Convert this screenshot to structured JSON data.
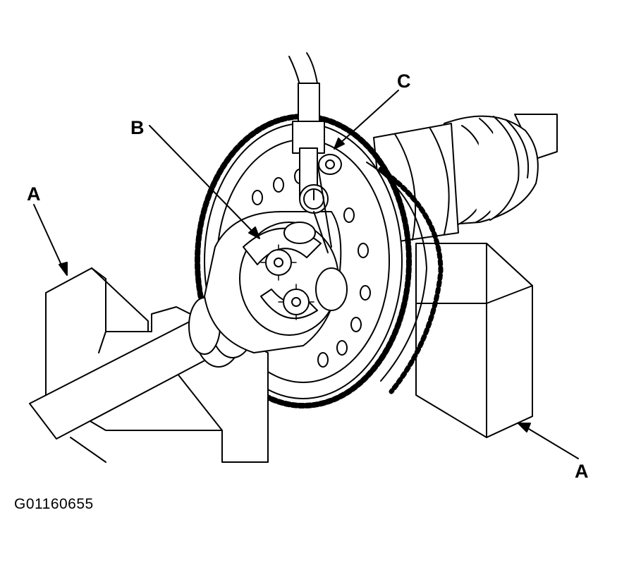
{
  "callouts": {
    "a_left": "A",
    "a_right": "A",
    "b": "B",
    "c": "C"
  },
  "figure_code": "G01160655",
  "colors": {
    "ink": "#000000",
    "paper": "#ffffff"
  }
}
